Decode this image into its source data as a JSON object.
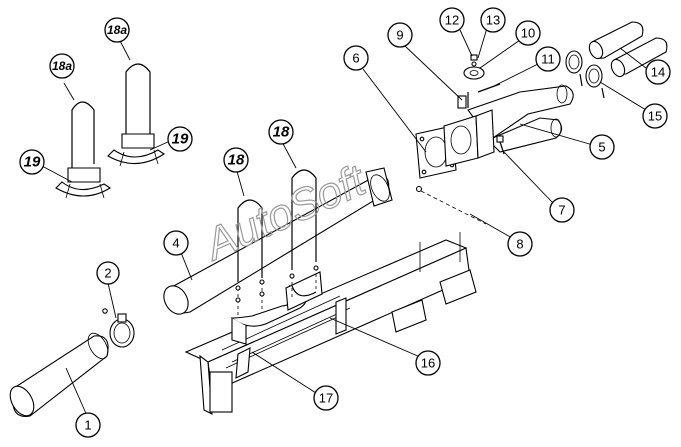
{
  "watermark": "AutoSoft",
  "callouts": [
    {
      "id": "c1",
      "label": "1"
    },
    {
      "id": "c2",
      "label": "2"
    },
    {
      "id": "c4",
      "label": "4"
    },
    {
      "id": "c5",
      "label": "5"
    },
    {
      "id": "c6",
      "label": "6"
    },
    {
      "id": "c7",
      "label": "7"
    },
    {
      "id": "c8",
      "label": "8"
    },
    {
      "id": "c9",
      "label": "9"
    },
    {
      "id": "c10",
      "label": "10"
    },
    {
      "id": "c11",
      "label": "11"
    },
    {
      "id": "c12",
      "label": "12"
    },
    {
      "id": "c13",
      "label": "13"
    },
    {
      "id": "c14",
      "label": "14"
    },
    {
      "id": "c15",
      "label": "15"
    },
    {
      "id": "c16",
      "label": "16"
    },
    {
      "id": "c17",
      "label": "17"
    },
    {
      "id": "c18a",
      "label": "18"
    },
    {
      "id": "c18b",
      "label": "18"
    },
    {
      "id": "c18aL",
      "label": "18a"
    },
    {
      "id": "c18aR",
      "label": "18a"
    },
    {
      "id": "c19L",
      "label": "19"
    },
    {
      "id": "c19R",
      "label": "19"
    }
  ]
}
